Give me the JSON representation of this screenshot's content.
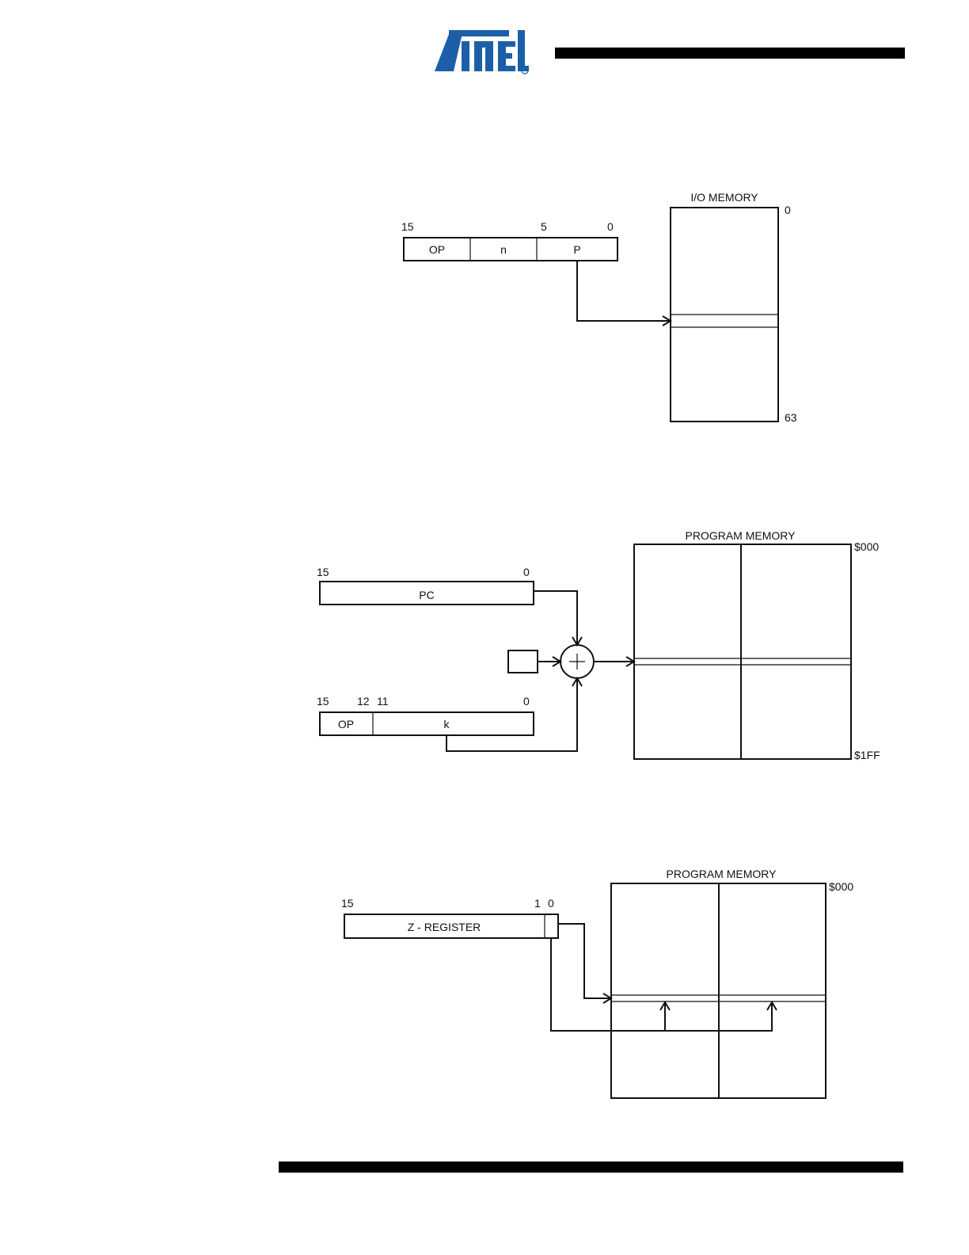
{
  "header": {
    "logo_text": "ATMEL",
    "logo_color": "#1c5fa8"
  },
  "figure_io": {
    "memory_title": "I/O MEMORY",
    "addr_top": "0",
    "addr_bottom": "63",
    "bits": {
      "b15": "15",
      "b5": "5",
      "b0": "0"
    },
    "fields": {
      "op": "OP",
      "n": "n",
      "p": "P"
    }
  },
  "figure_rjmp": {
    "memory_title": "PROGRAM MEMORY",
    "addr_top": "$000",
    "addr_bottom": "$1FF",
    "pc_bits": {
      "b15": "15",
      "b0": "0"
    },
    "pc_label": "PC",
    "instr_bits": {
      "b15": "15",
      "b12": "12",
      "b11": "11",
      "b0": "0"
    },
    "fields": {
      "op": "OP",
      "k": "k"
    }
  },
  "figure_lpm": {
    "memory_title": "PROGRAM MEMORY",
    "addr_top": "$000",
    "bits": {
      "b15": "15",
      "b1": "1",
      "b0": "0"
    },
    "z_label": "Z - REGISTER"
  }
}
